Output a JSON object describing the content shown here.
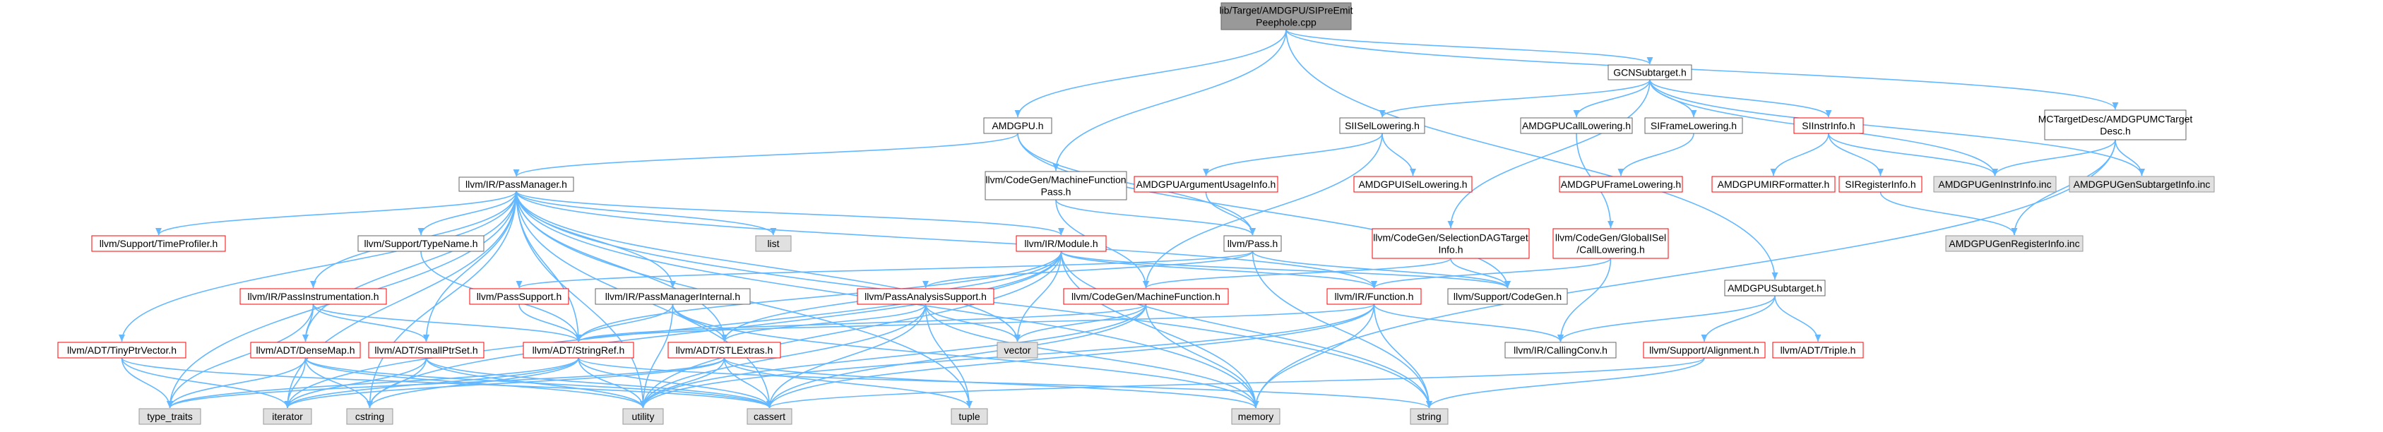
{
  "nodes": [
    {
      "id": "root",
      "lines": [
        "lib/Target/AMDGPU/SIPreEmit",
        "Peephole.cpp"
      ],
      "style": "root"
    },
    {
      "id": "gcnsub",
      "lines": [
        "GCNSubtarget.h"
      ],
      "style": "normal"
    },
    {
      "id": "amdgpuh",
      "lines": [
        "AMDGPU.h"
      ],
      "style": "normal"
    },
    {
      "id": "mfpass",
      "lines": [
        "llvm/CodeGen/MachineFunction",
        "Pass.h"
      ],
      "style": "normal"
    },
    {
      "id": "passmgr",
      "lines": [
        "llvm/IR/PassManager.h"
      ],
      "style": "normal"
    },
    {
      "id": "siisel",
      "lines": [
        "SIISelLowering.h"
      ],
      "style": "normal"
    },
    {
      "id": "callow",
      "lines": [
        "AMDGPUCallLowering.h"
      ],
      "style": "normal"
    },
    {
      "id": "sifl",
      "lines": [
        "SIFrameLowering.h"
      ],
      "style": "normal"
    },
    {
      "id": "siinstr",
      "lines": [
        "SIInstrInfo.h"
      ],
      "style": "red"
    },
    {
      "id": "mctd",
      "lines": [
        "MCTargetDesc/AMDGPUMCTarget",
        "Desc.h"
      ],
      "style": "normal"
    },
    {
      "id": "argusage",
      "lines": [
        "AMDGPUArgumentUsageInfo.h"
      ],
      "style": "red"
    },
    {
      "id": "isellow",
      "lines": [
        "AMDGPUISelLowering.h"
      ],
      "style": "red"
    },
    {
      "id": "framelow",
      "lines": [
        "AMDGPUFrameLowering.h"
      ],
      "style": "red"
    },
    {
      "id": "mirfmt",
      "lines": [
        "AMDGPUMIRFormatter.h"
      ],
      "style": "red"
    },
    {
      "id": "reginfo",
      "lines": [
        "SIRegisterInfo.h"
      ],
      "style": "red"
    },
    {
      "id": "geninstr",
      "lines": [
        "AMDGPUGenInstrInfo.inc"
      ],
      "style": "gray"
    },
    {
      "id": "gensub",
      "lines": [
        "AMDGPUGenSubtargetInfo.inc"
      ],
      "style": "gray"
    },
    {
      "id": "genreg",
      "lines": [
        "AMDGPUGenRegisterInfo.inc"
      ],
      "style": "gray"
    },
    {
      "id": "timeprof",
      "lines": [
        "llvm/Support/TimeProfiler.h"
      ],
      "style": "red"
    },
    {
      "id": "typename",
      "lines": [
        "llvm/Support/TypeName.h"
      ],
      "style": "normal"
    },
    {
      "id": "list",
      "lines": [
        "list"
      ],
      "style": "gray"
    },
    {
      "id": "module",
      "lines": [
        "llvm/IR/Module.h"
      ],
      "style": "red"
    },
    {
      "id": "passh",
      "lines": [
        "llvm/Pass.h"
      ],
      "style": "normal"
    },
    {
      "id": "seldag",
      "lines": [
        "llvm/CodeGen/SelectionDAGTarget",
        "Info.h"
      ],
      "style": "red"
    },
    {
      "id": "gisel",
      "lines": [
        "llvm/CodeGen/GlobalISel",
        "/CallLowering.h"
      ],
      "style": "red"
    },
    {
      "id": "passinstr",
      "lines": [
        "llvm/IR/PassInstrumentation.h"
      ],
      "style": "red"
    },
    {
      "id": "passsupport",
      "lines": [
        "llvm/PassSupport.h"
      ],
      "style": "red"
    },
    {
      "id": "pmi",
      "lines": [
        "llvm/IR/PassManagerInternal.h"
      ],
      "style": "normal"
    },
    {
      "id": "pas",
      "lines": [
        "llvm/PassAnalysisSupport.h"
      ],
      "style": "red"
    },
    {
      "id": "mf",
      "lines": [
        "llvm/CodeGen/MachineFunction.h"
      ],
      "style": "red"
    },
    {
      "id": "func",
      "lines": [
        "llvm/IR/Function.h"
      ],
      "style": "red"
    },
    {
      "id": "cgh",
      "lines": [
        "llvm/Support/CodeGen.h"
      ],
      "style": "normal"
    },
    {
      "id": "amdsub",
      "lines": [
        "AMDGPUSubtarget.h"
      ],
      "style": "normal"
    },
    {
      "id": "tinyptr",
      "lines": [
        "llvm/ADT/TinyPtrVector.h"
      ],
      "style": "red"
    },
    {
      "id": "densemap",
      "lines": [
        "llvm/ADT/DenseMap.h"
      ],
      "style": "red"
    },
    {
      "id": "smallptr",
      "lines": [
        "llvm/ADT/SmallPtrSet.h"
      ],
      "style": "red"
    },
    {
      "id": "stringref",
      "lines": [
        "llvm/ADT/StringRef.h"
      ],
      "style": "red"
    },
    {
      "id": "stlextras",
      "lines": [
        "llvm/ADT/STLExtras.h"
      ],
      "style": "red"
    },
    {
      "id": "vector",
      "lines": [
        "vector"
      ],
      "style": "gray"
    },
    {
      "id": "callconv",
      "lines": [
        "llvm/IR/CallingConv.h"
      ],
      "style": "normal"
    },
    {
      "id": "alignment",
      "lines": [
        "llvm/Support/Alignment.h"
      ],
      "style": "red"
    },
    {
      "id": "triple",
      "lines": [
        "llvm/ADT/Triple.h"
      ],
      "style": "red"
    },
    {
      "id": "typetraits",
      "lines": [
        "type_traits"
      ],
      "style": "gray"
    },
    {
      "id": "iterator",
      "lines": [
        "iterator"
      ],
      "style": "gray"
    },
    {
      "id": "cstring",
      "lines": [
        "cstring"
      ],
      "style": "gray"
    },
    {
      "id": "utility",
      "lines": [
        "utility"
      ],
      "style": "gray"
    },
    {
      "id": "cassert",
      "lines": [
        "cassert"
      ],
      "style": "gray"
    },
    {
      "id": "tuple",
      "lines": [
        "tuple"
      ],
      "style": "gray"
    },
    {
      "id": "memory",
      "lines": [
        "memory"
      ],
      "style": "gray"
    },
    {
      "id": "string",
      "lines": [
        "string"
      ],
      "style": "gray"
    }
  ],
  "edges": [
    [
      "root",
      "amdgpuh"
    ],
    [
      "root",
      "mfpass"
    ],
    [
      "root",
      "gcnsub"
    ],
    [
      "root",
      "mctd"
    ],
    [
      "root",
      "amdsub"
    ],
    [
      "amdgpuh",
      "passmgr"
    ],
    [
      "amdgpuh",
      "passh"
    ],
    [
      "amdgpuh",
      "cgh"
    ],
    [
      "mfpass",
      "passh"
    ],
    [
      "mfpass",
      "mf"
    ],
    [
      "gcnsub",
      "siisel"
    ],
    [
      "gcnsub",
      "callow"
    ],
    [
      "gcnsub",
      "sifl"
    ],
    [
      "gcnsub",
      "siinstr"
    ],
    [
      "gcnsub",
      "seldag"
    ],
    [
      "gcnsub",
      "geninstr"
    ],
    [
      "gcnsub",
      "gensub"
    ],
    [
      "mctd",
      "gensub"
    ],
    [
      "mctd",
      "geninstr"
    ],
    [
      "mctd",
      "genreg"
    ],
    [
      "mctd",
      "memory"
    ],
    [
      "siisel",
      "argusage"
    ],
    [
      "siisel",
      "isellow"
    ],
    [
      "siisel",
      "mf"
    ],
    [
      "callow",
      "gisel"
    ],
    [
      "sifl",
      "framelow"
    ],
    [
      "siinstr",
      "mirfmt"
    ],
    [
      "siinstr",
      "reginfo"
    ],
    [
      "siinstr",
      "geninstr"
    ],
    [
      "reginfo",
      "genreg"
    ],
    [
      "argusage",
      "passh"
    ],
    [
      "seldag",
      "cgh"
    ],
    [
      "seldag",
      "mf"
    ],
    [
      "gisel",
      "callconv"
    ],
    [
      "gisel",
      "func"
    ],
    [
      "passmgr",
      "timeprof"
    ],
    [
      "passmgr",
      "typename"
    ],
    [
      "passmgr",
      "list"
    ],
    [
      "passmgr",
      "module"
    ],
    [
      "passmgr",
      "passinstr"
    ],
    [
      "passmgr",
      "pmi"
    ],
    [
      "passmgr",
      "func"
    ],
    [
      "passmgr",
      "tinyptr"
    ],
    [
      "passmgr",
      "densemap"
    ],
    [
      "passmgr",
      "smallptr"
    ],
    [
      "passmgr",
      "stringref"
    ],
    [
      "passmgr",
      "stlextras"
    ],
    [
      "passmgr",
      "vector"
    ],
    [
      "passmgr",
      "typetraits"
    ],
    [
      "passmgr",
      "iterator"
    ],
    [
      "passmgr",
      "cstring"
    ],
    [
      "passmgr",
      "utility"
    ],
    [
      "passmgr",
      "cassert"
    ],
    [
      "passmgr",
      "memory"
    ],
    [
      "passmgr",
      "string"
    ],
    [
      "passmgr",
      "tuple"
    ],
    [
      "typename",
      "stringref"
    ],
    [
      "module",
      "func"
    ],
    [
      "module",
      "stringref"
    ],
    [
      "module",
      "stlextras"
    ],
    [
      "module",
      "iterator"
    ],
    [
      "module",
      "cstring"
    ],
    [
      "module",
      "vector"
    ],
    [
      "module",
      "memory"
    ],
    [
      "module",
      "string"
    ],
    [
      "module",
      "utility"
    ],
    [
      "module",
      "cgh"
    ],
    [
      "passh",
      "passsupport"
    ],
    [
      "passh",
      "pas"
    ],
    [
      "passh",
      "cgh"
    ],
    [
      "passh",
      "string"
    ],
    [
      "passinstr",
      "stringref"
    ],
    [
      "passinstr",
      "typetraits"
    ],
    [
      "passinstr",
      "smallptr"
    ],
    [
      "passinstr",
      "densemap"
    ],
    [
      "passsupport",
      "stringref"
    ],
    [
      "pmi",
      "stlextras"
    ],
    [
      "pmi",
      "stringref"
    ],
    [
      "pmi",
      "utility"
    ],
    [
      "pmi",
      "memory"
    ],
    [
      "pas",
      "stlextras"
    ],
    [
      "pas",
      "vector"
    ],
    [
      "pas",
      "cassert"
    ],
    [
      "pas",
      "tuple"
    ],
    [
      "pas",
      "utility"
    ],
    [
      "pas",
      "memory"
    ],
    [
      "mf",
      "stringref"
    ],
    [
      "mf",
      "vector"
    ],
    [
      "mf",
      "cassert"
    ],
    [
      "mf",
      "utility"
    ],
    [
      "mf",
      "memory"
    ],
    [
      "func",
      "stringref"
    ],
    [
      "func",
      "callconv"
    ],
    [
      "func",
      "cassert"
    ],
    [
      "func",
      "string"
    ],
    [
      "func",
      "memory"
    ],
    [
      "func",
      "utility"
    ],
    [
      "amdsub",
      "callconv"
    ],
    [
      "amdsub",
      "alignment"
    ],
    [
      "amdsub",
      "triple"
    ],
    [
      "alignment",
      "cassert"
    ],
    [
      "alignment",
      "string"
    ],
    [
      "tinyptr",
      "typetraits"
    ],
    [
      "tinyptr",
      "iterator"
    ],
    [
      "tinyptr",
      "cassert"
    ],
    [
      "densemap",
      "typetraits"
    ],
    [
      "densemap",
      "iterator"
    ],
    [
      "densemap",
      "cstring"
    ],
    [
      "densemap",
      "utility"
    ],
    [
      "densemap",
      "cassert"
    ],
    [
      "smallptr",
      "cstring"
    ],
    [
      "smallptr",
      "utility"
    ],
    [
      "smallptr",
      "iterator"
    ],
    [
      "smallptr",
      "cassert"
    ],
    [
      "stringref",
      "cstring"
    ],
    [
      "stringref",
      "utility"
    ],
    [
      "stringref",
      "cassert"
    ],
    [
      "stringref",
      "string"
    ],
    [
      "stringref",
      "iterator"
    ],
    [
      "stringref",
      "typetraits"
    ],
    [
      "stlextras",
      "cassert"
    ],
    [
      "stlextras",
      "utility"
    ],
    [
      "stlextras",
      "tuple"
    ],
    [
      "stlextras",
      "memory"
    ],
    [
      "stlextras",
      "iterator"
    ],
    [
      "stlextras",
      "typetraits"
    ]
  ]
}
